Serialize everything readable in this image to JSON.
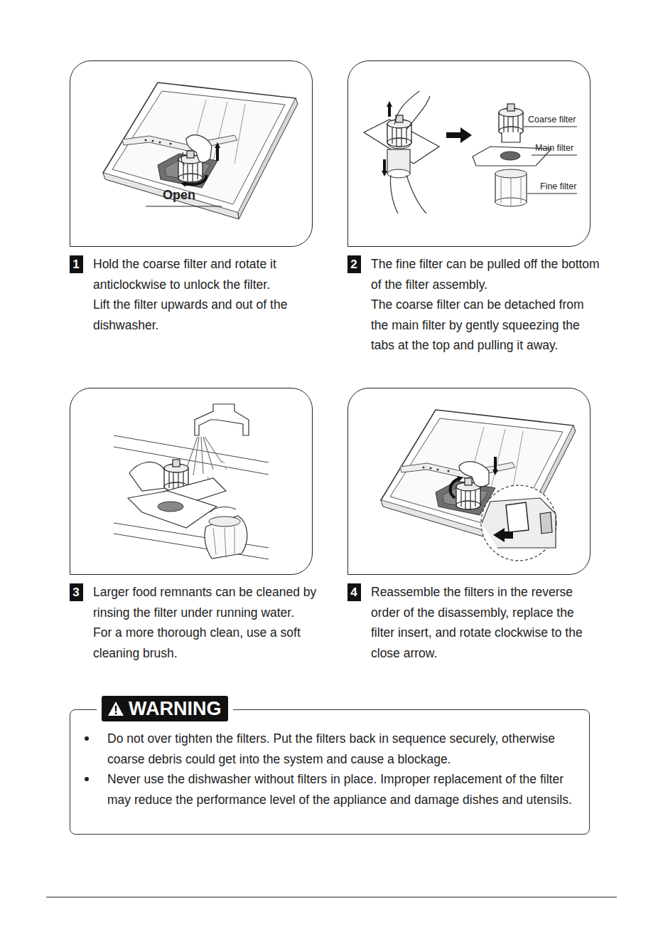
{
  "diagram": {
    "nodes": [
      {
        "text": [
          "1",
          "Hold the coarse filter and rotate it anticlockwise to unlock the filter.",
          "Lift the filter upwards and out of the dishwasher."
        ]
      },
      {
        "text": [
          "2",
          "The fine filter can be pulled off the bottom of the filter assembly.",
          "The coarse filter can be detached from the main filter by gently squeezing the tabs at the top and pulling it away."
        ]
      },
      {
        "text": [
          "3",
          "Larger food remnants can be cleaned by rinsing the filter under running water.",
          "For a more thorough clean, use a soft cleaning brush."
        ]
      },
      {
        "text": [
          "4",
          "Reassemble the filters in the reverse order of the disassembly, replace the filter insert, and rotate clockwise to the close arrow."
        ]
      },
      {
        "text": [
          "WARNING",
          "Do not over tighten the filters. Put the filters back in sequence securely, otherwise coarse debris could get into the system and cause a blockage.",
          "Never use the dishwasher without filters in place. Improper replacement of the filter may reduce the performance level of the appliance and damage dishes and utensils."
        ]
      }
    ],
    "labels": [
      "Open",
      "Coarse filter",
      "Main filter",
      "Fine filter"
    ]
  }
}
